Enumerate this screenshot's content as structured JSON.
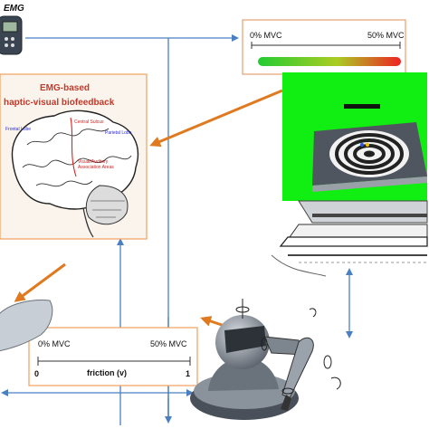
{
  "emg_device": {
    "label": "EMG"
  },
  "mvc_bar": {
    "min_label": "0% MVC",
    "max_label": "50% MVC",
    "gradient": [
      "#22cc33",
      "#88cc22",
      "#ee2222"
    ]
  },
  "biofeedback_panel": {
    "title_line1": "EMG-based",
    "title_line2": "haptic-visual biofeedback",
    "title_color": "#c0392b",
    "brain_labels": [
      "Central Sulcus",
      "Frontal Lobe",
      "Parietal Lobe",
      "Visual/Auditory Association Areas"
    ]
  },
  "friction_panel": {
    "min_label": "0% MVC",
    "max_label": "50% MVC",
    "scale_min": "0",
    "scale_max": "1",
    "axis_label": "friction (v)"
  },
  "colors": {
    "arrow_blue": "#4a7fc0",
    "arrow_orange": "#e07a20",
    "screen_green": "#11ee11",
    "panel_border_orange": "#f0a060"
  }
}
